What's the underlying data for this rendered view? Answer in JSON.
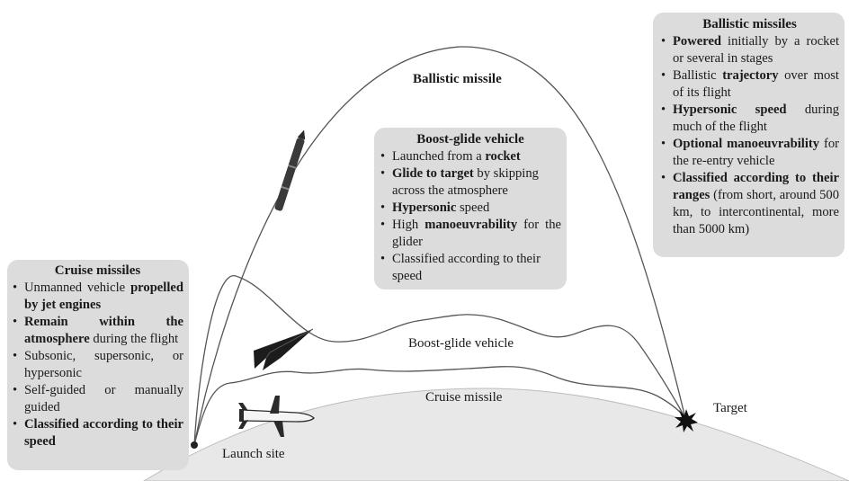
{
  "labels": {
    "ballistic_missile": "Ballistic missile",
    "boost_glide_vehicle": "Boost-glide vehicle",
    "cruise_missile": "Cruise missile",
    "launch_site": "Launch site",
    "target": "Target"
  },
  "cruise_box": {
    "title": "Cruise missiles",
    "items": [
      {
        "pre": "Unmanned vehicle ",
        "bold": "propelled by jet engines",
        "post": ""
      },
      {
        "pre": "",
        "bold": "Remain within the atmosphere",
        "post": " during the flight"
      },
      {
        "pre": "Subsonic, supersonic, or hypersonic",
        "bold": "",
        "post": ""
      },
      {
        "pre": "Self-guided or manually guided",
        "bold": "",
        "post": ""
      },
      {
        "pre": "",
        "bold": "Classified according to their speed",
        "post": ""
      }
    ]
  },
  "boost_box": {
    "title": "Boost-glide vehicle",
    "items": [
      {
        "pre": "Launched from a ",
        "bold": "rocket",
        "post": ""
      },
      {
        "pre": "",
        "bold": "Glide to target",
        "post": " by skipping across the atmosphere"
      },
      {
        "pre": "",
        "bold": "Hypersonic",
        "post": " speed"
      },
      {
        "pre": "High ",
        "bold": "manoeuvrability",
        "post": " for the glider"
      },
      {
        "pre": "Classified according to their speed",
        "bold": "",
        "post": ""
      }
    ]
  },
  "ballistic_box": {
    "title": "Ballistic missiles",
    "items": [
      {
        "pre": "",
        "bold": "Powered",
        "post": " initially by a rocket or several in stages"
      },
      {
        "pre": "Ballistic ",
        "bold": "trajectory",
        "post": " over most of its flight"
      },
      {
        "pre": "",
        "bold": "Hypersonic speed",
        "post": " during much of the flight"
      },
      {
        "pre": "",
        "bold": "Optional manoeuvrability",
        "post": " for the re-entry vehicle"
      },
      {
        "pre": "",
        "bold": "Classified according to their ranges",
        "post": " (from short, around 500 km, to intercontinental, more than 5000 km)"
      }
    ]
  },
  "icons": {
    "rocket": "ballistic-rocket-icon",
    "glider": "glide-vehicle-icon",
    "cruise": "cruise-missile-icon",
    "impact": "impact-burst-icon",
    "launch": "launch-site-dot-icon"
  }
}
